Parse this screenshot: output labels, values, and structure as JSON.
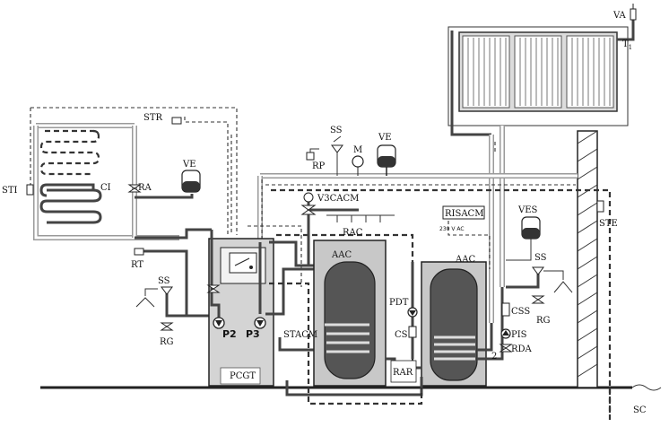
{
  "labels": {
    "va": "VA",
    "t1": "T",
    "t1_sub": "1",
    "str": "STR",
    "sti": "STI",
    "ci": "CI",
    "ra": "RA",
    "ve_left": "VE",
    "rt": "RT",
    "ss_top": "SS",
    "m": "M",
    "ve_top": "VE",
    "rp": "RP",
    "v3cacm": "V3CACM",
    "rac": "RAC",
    "risacm": "RISACM",
    "voltage": "230 V AC",
    "ves": "VES",
    "ste": "STE",
    "ss_left": "SS",
    "rg_left": "RG",
    "aac_left": "AAC",
    "aac_right": "AAC",
    "ss_right": "SS",
    "rg_right": "RG",
    "pdt": "PDT",
    "css": "CSS",
    "cs": "CS",
    "pis": "PIS",
    "p2": "P2",
    "p3": "P3",
    "stacm": "STACM",
    "rda": "RDA",
    "num_2": "2",
    "pcgt": "PCGT",
    "rar": "RAR",
    "sc": "SC"
  }
}
